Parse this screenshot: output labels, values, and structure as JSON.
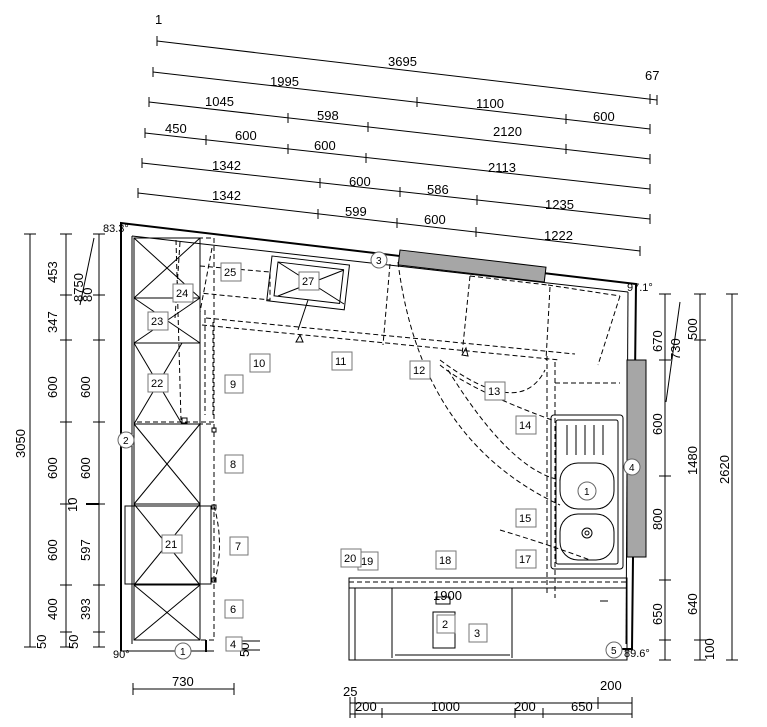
{
  "top_dims": {
    "row1": [
      "1",
      "3695",
      "67"
    ],
    "row2": [
      "1995",
      "1100",
      "600"
    ],
    "row3": [
      "1045",
      "598"
    ],
    "row4": [
      "450",
      "600",
      "600",
      "2120"
    ],
    "row5": [
      "1342",
      "600",
      "586",
      "2113"
    ],
    "row6": [
      "1342",
      "599",
      "600",
      "1235",
      "1222"
    ]
  },
  "left_dims": [
    "453",
    "8750",
    "80",
    "347",
    "600",
    "600",
    "600",
    "600",
    "3050",
    "10",
    "600",
    "597",
    "400",
    "393",
    "50",
    "50"
  ],
  "right_dims": [
    "670",
    "500",
    "730",
    "600",
    "1480",
    "2620",
    "800",
    "650",
    "640",
    "100"
  ],
  "bottom_dims": [
    "730",
    "25",
    "200",
    "1000",
    "200",
    "650",
    "200",
    "1900",
    "50"
  ],
  "angles": {
    "top_left": "83.3°",
    "top_right": "97.1°",
    "bottom_left": "90°",
    "bottom_right": "89.6°"
  },
  "wall_labels": [
    "1",
    "2",
    "3",
    "4",
    "5"
  ],
  "unit_labels": [
    "6",
    "7",
    "8",
    "9",
    "10",
    "11",
    "12",
    "13",
    "14",
    "15",
    "17",
    "18",
    "19",
    "20",
    "21",
    "22",
    "23",
    "24",
    "25",
    "27"
  ],
  "island_labels": [
    "2",
    "3"
  ],
  "sink_labels": [
    "1"
  ]
}
